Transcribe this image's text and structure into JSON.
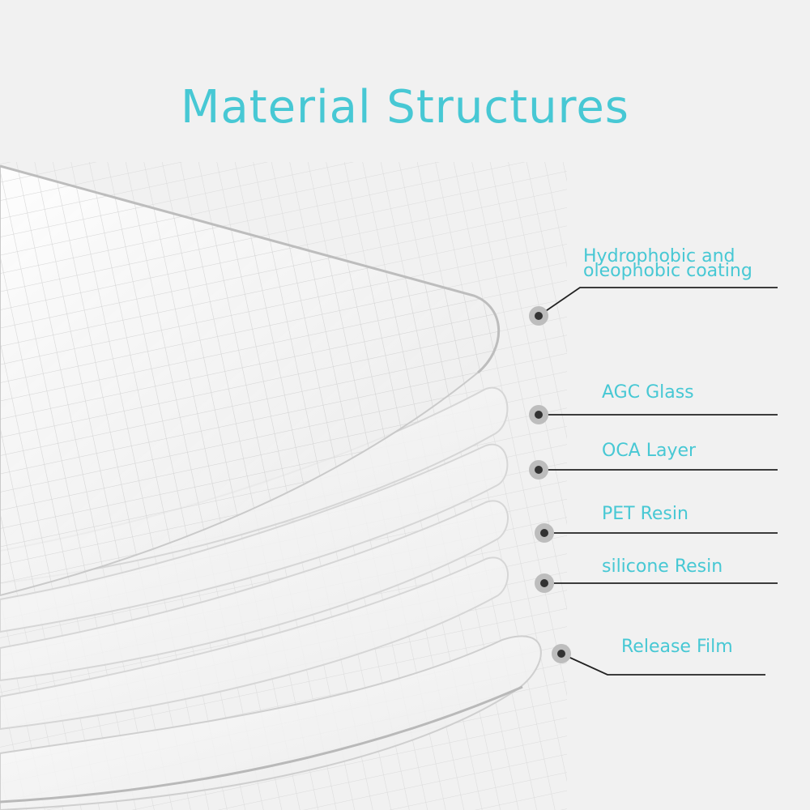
{
  "title": "Material Structures",
  "colors": {
    "accent": "#47c8d4",
    "background": "#f1f1f1",
    "line": "#222222",
    "grid": "#c9c9c9"
  },
  "layers": [
    {
      "id": "coating",
      "label_lines": [
        "Hydrophobic and",
        "oleophobic coating"
      ],
      "marker": "gray-dot"
    },
    {
      "id": "glass",
      "label_lines": [
        "AGC Glass"
      ],
      "marker": "gray-dot"
    },
    {
      "id": "oca",
      "label_lines": [
        "OCA Layer"
      ],
      "marker": "gray-dot"
    },
    {
      "id": "pet",
      "label_lines": [
        "PET Resin"
      ],
      "marker": "gray-dot"
    },
    {
      "id": "silicone",
      "label_lines": [
        "silicone Resin"
      ],
      "marker": "gray-dot"
    },
    {
      "id": "release",
      "label_lines": [
        "Release Film"
      ],
      "marker": "gray-dot"
    }
  ]
}
